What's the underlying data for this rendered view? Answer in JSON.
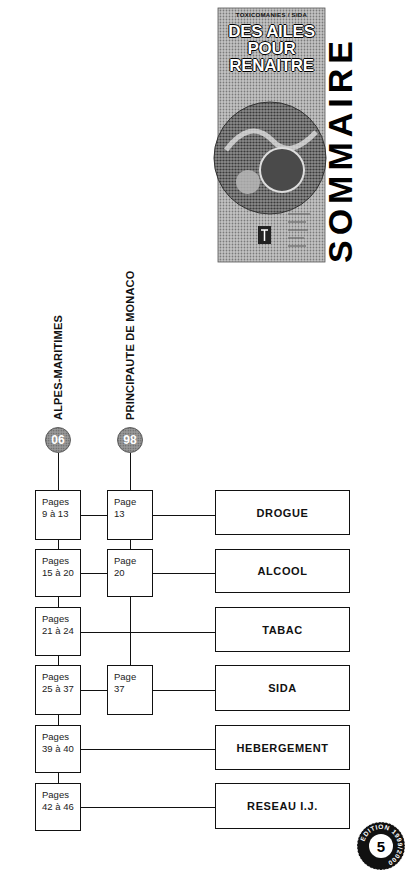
{
  "diagram": {
    "title": "SOMMAIRE",
    "nodes": [
      {
        "text": [
          "ALPES-MARITIMES",
          "06"
        ]
      },
      {
        "text": [
          "PRINCIPAUTE DE MONACO",
          "98"
        ]
      },
      {
        "text": [
          "Pages 9 à 13"
        ]
      },
      {
        "text": [
          "Page 13"
        ]
      },
      {
        "text": [
          "DROGUE"
        ]
      },
      {
        "text": [
          "Pages 15 à 20"
        ]
      },
      {
        "text": [
          "Page 20"
        ]
      },
      {
        "text": [
          "ALCOOL"
        ]
      },
      {
        "text": [
          "Pages 21 à 24"
        ]
      },
      {
        "text": [
          "TABAC"
        ]
      },
      {
        "text": [
          "Pages 25 à 37"
        ]
      },
      {
        "text": [
          "Page 37"
        ]
      },
      {
        "text": [
          "SIDA"
        ]
      },
      {
        "text": [
          "Pages 39 à 40"
        ]
      },
      {
        "text": [
          "HEBERGEMENT"
        ]
      },
      {
        "text": [
          "Pages 42 à 46"
        ]
      },
      {
        "text": [
          "RESEAU I.J."
        ]
      }
    ],
    "edges": [
      {
        "from": 0,
        "to": 2,
        "arrow": "none"
      },
      {
        "from": 2,
        "to": 5,
        "arrow": "none"
      },
      {
        "from": 5,
        "to": 8,
        "arrow": "none"
      },
      {
        "from": 8,
        "to": 10,
        "arrow": "none"
      },
      {
        "from": 10,
        "to": 13,
        "arrow": "none"
      },
      {
        "from": 13,
        "to": 15,
        "arrow": "none"
      },
      {
        "from": 1,
        "to": 3,
        "arrow": "none"
      },
      {
        "from": 3,
        "to": 6,
        "arrow": "none"
      },
      {
        "from": 6,
        "to": 11,
        "arrow": "none"
      },
      {
        "from": 2,
        "to": 3,
        "arrow": "none"
      },
      {
        "from": 3,
        "to": 4,
        "arrow": "none"
      },
      {
        "from": 5,
        "to": 6,
        "arrow": "none"
      },
      {
        "from": 6,
        "to": 7,
        "arrow": "none"
      },
      {
        "from": 8,
        "to": 9,
        "arrow": "none"
      },
      {
        "from": 10,
        "to": 11,
        "arrow": "none"
      },
      {
        "from": 11,
        "to": 12,
        "arrow": "none"
      },
      {
        "from": 13,
        "to": 14,
        "arrow": "none"
      },
      {
        "from": 15,
        "to": 16,
        "arrow": "none"
      }
    ],
    "labels": [
      "TOXICOMANIES / SIDA",
      "DES AILES POUR RENAITRE",
      "5",
      "EDITION 1999/2000"
    ]
  }
}
